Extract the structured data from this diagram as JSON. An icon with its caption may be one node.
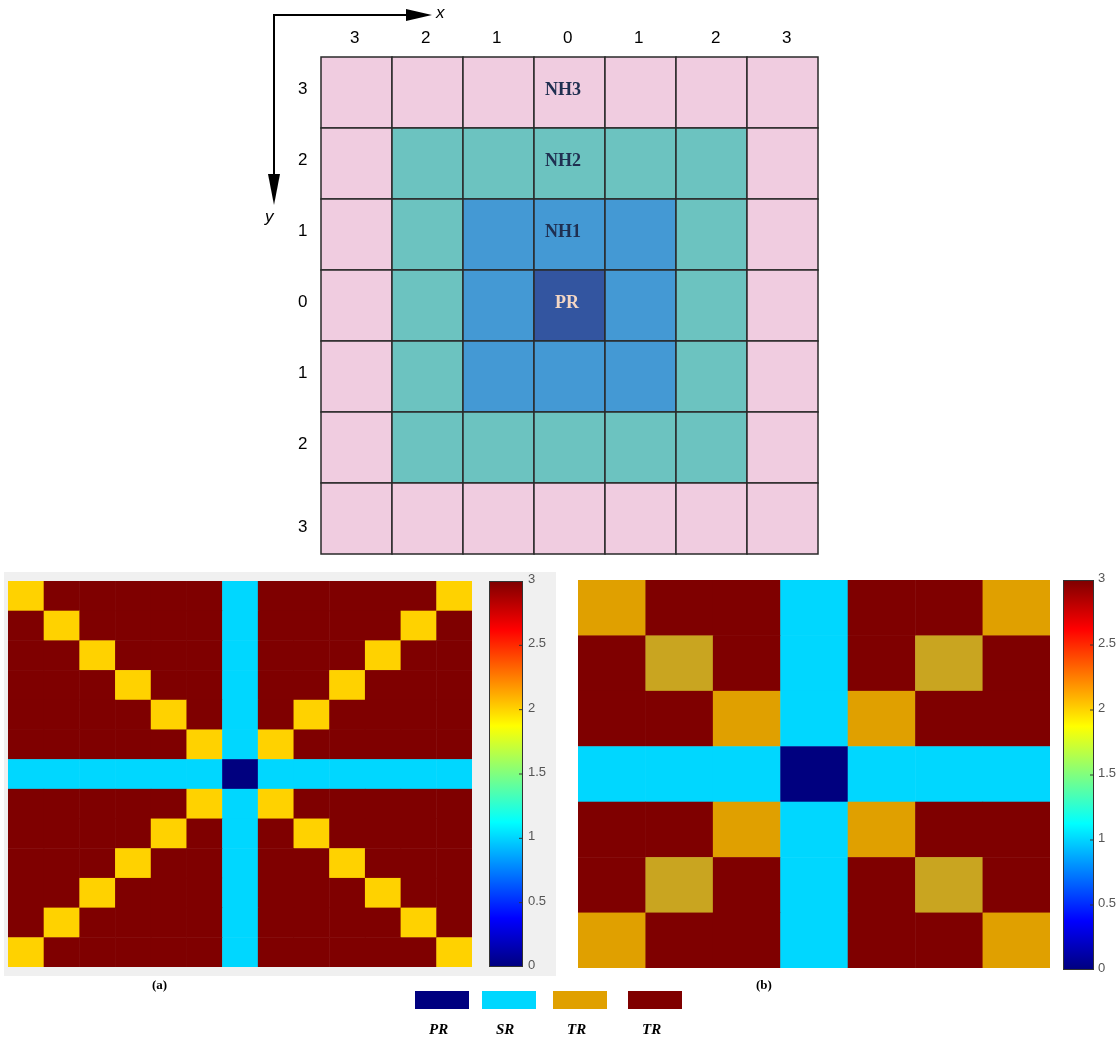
{
  "diagram": {
    "labels": [
      "x",
      "y",
      "3",
      "2",
      "1",
      "0",
      "1",
      "2",
      "3",
      "3",
      "2",
      "1",
      "0",
      "1",
      "2",
      "3",
      "NH3",
      "NH2",
      "NH1",
      "PR",
      "3",
      "2.5",
      "2",
      "1.5",
      "1",
      "0.5",
      "0",
      "3",
      "2.5",
      "2",
      "1.5",
      "1",
      "0.5",
      "0",
      "(a)",
      "(b)"
    ],
    "legend": [
      {
        "text": "PR",
        "color": "#00007f"
      },
      {
        "text": "SR",
        "color": "#00d7ff"
      },
      {
        "text": "TR",
        "color": "#e0a000"
      },
      {
        "text": "TR",
        "color": "#7f0000"
      }
    ]
  }
}
